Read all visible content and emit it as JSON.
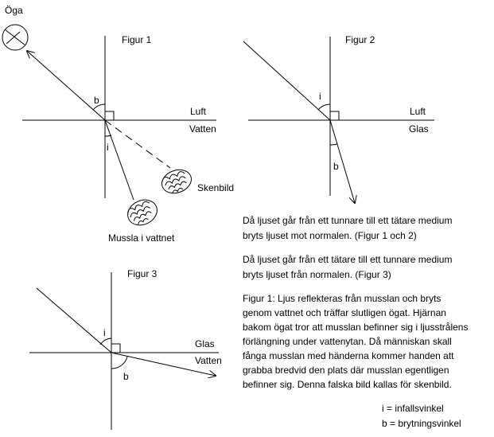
{
  "figure1": {
    "title": "Figur 1",
    "eye_label": "Öga",
    "top_medium": "Luft",
    "bottom_medium": "Vatten",
    "angle_b": "b",
    "angle_i": "i",
    "shell_real_label": "Mussla i vattnet",
    "shell_image_label": "Skenbild"
  },
  "figure2": {
    "title": "Figur 2",
    "top_medium": "Luft",
    "bottom_medium": "Glas",
    "angle_i": "i",
    "angle_b": "b"
  },
  "figure3": {
    "title": "Figur 3",
    "top_medium": "Glas",
    "bottom_medium": "Vatten",
    "angle_i": "i",
    "angle_b": "b"
  },
  "text": {
    "p1_line1": "Då ljuset går från ett tunnare till ett tätare medium",
    "p1_line2": "bryts ljuset mot normalen. (Figur 1 och 2)",
    "p2_line1": "Då ljuset går från ett tätare till ett tunnare medium",
    "p2_line2": "bryts ljuset från normalen. (Figur 3)",
    "p3_lines": [
      "Figur 1: Ljus reflekteras från musslan och bryts",
      "genom vattnet och träffar slutligen ögat. Hjärnan",
      "bakom ögat tror att musslan befinner sig i ljusstrålens",
      "förlängning under vattenytan. Då människan skall",
      "fånga musslan med händerna kommer handen att",
      "grabba bredvid den plats där musslan egentligen",
      "befinner sig. Denna falska bild kallas för skenbild."
    ]
  },
  "legend": {
    "i": "i = infallsvinkel",
    "b": "b = brytningsvinkel"
  }
}
